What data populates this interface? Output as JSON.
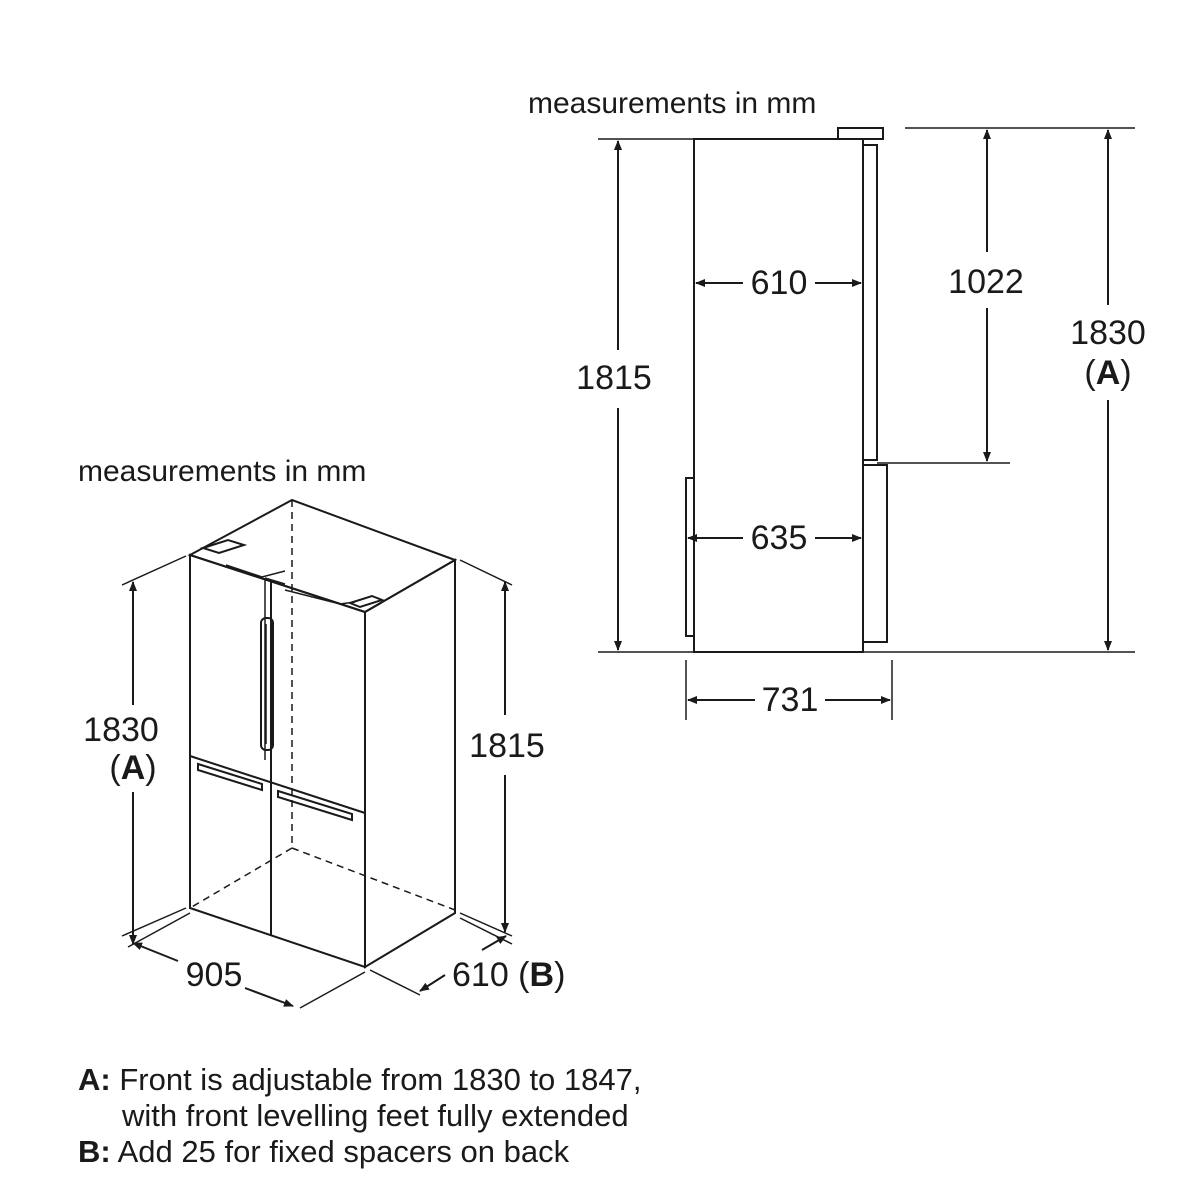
{
  "side_view": {
    "header": "measurements in mm",
    "depth_upper": "610",
    "depth_lower": "635",
    "height_body": "1815",
    "height_upper_door": "1022",
    "height_total": "1830",
    "height_total_marker": "A",
    "depth_door_open": "731"
  },
  "iso_view": {
    "header": "measurements in mm",
    "height_front": "1830",
    "height_front_marker": "A",
    "height_back": "1815",
    "width": "905",
    "depth": "610",
    "depth_marker": "B"
  },
  "notes": [
    {
      "label": "A:",
      "lines": [
        "Front is adjustable from 1830 to 1847,",
        "with front levelling feet fully extended"
      ]
    },
    {
      "label": "B:",
      "lines": [
        "Add 25 for fixed spacers on back"
      ]
    }
  ],
  "colors": {
    "ink": "#1a1a1a",
    "background": "#ffffff"
  }
}
